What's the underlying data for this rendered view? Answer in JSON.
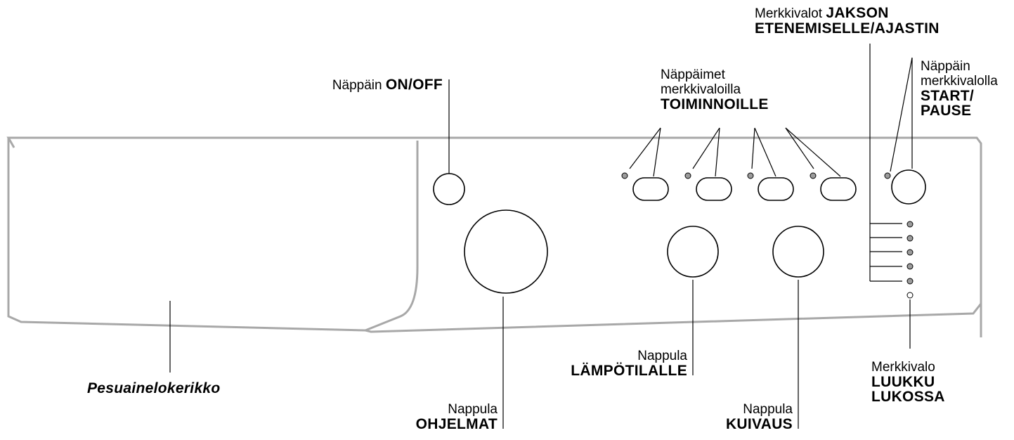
{
  "labels": {
    "on_off": {
      "prefix": "Näppäin",
      "bold": "ON/OFF"
    },
    "functions": {
      "line1": "Näppäimet",
      "line2": "merkkivaloilla",
      "bold": "TOIMINNOILLE"
    },
    "progress": {
      "prefix": "Merkkivalot",
      "bold1": "JAKSON",
      "bold2": "ETENEMISELLE/AJASTIN"
    },
    "start_pause": {
      "line1": "Näppäin",
      "line2": "merkkivalolla",
      "bold1": "START/",
      "bold2": "PAUSE"
    },
    "detergent": {
      "text": "Pesuainelokerikko"
    },
    "programs": {
      "line1": "Nappula",
      "bold": "OHJELMAT"
    },
    "temperature": {
      "line1": "Nappula",
      "bold": "LÄMPÖTILALLE"
    },
    "drying": {
      "line1": "Nappula",
      "bold": "KUIVAUS"
    },
    "door_lock": {
      "line1": "Merkkivalo",
      "bold1": "LUUKKU",
      "bold2": "LUKOSSA"
    }
  },
  "colors": {
    "panel_outline": "#a8a8a8",
    "line": "#000000",
    "led_fill": "#9c9c9c"
  }
}
